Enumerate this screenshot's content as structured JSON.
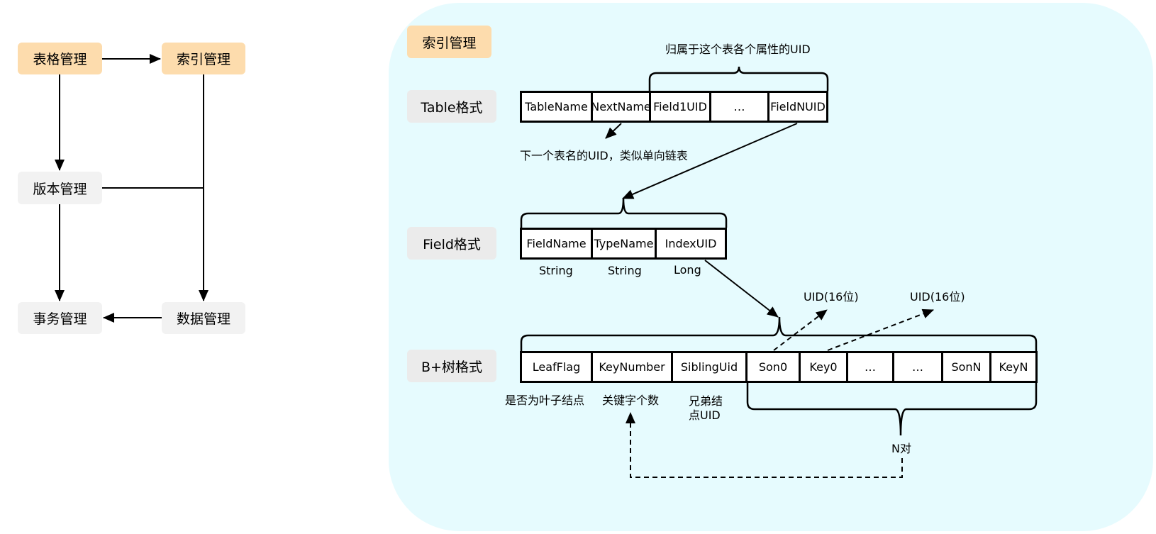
{
  "flow": {
    "table_mgmt": "表格管理",
    "index_mgmt": "索引管理",
    "version_mgmt": "版本管理",
    "transaction_mgmt": "事务管理",
    "data_mgmt": "数据管理"
  },
  "panel": {
    "title": "索引管理",
    "table_format": {
      "label": "Table格式",
      "cells": [
        "TableName",
        "NextName",
        "Field1UID",
        "…",
        "FieldNUID"
      ],
      "brace_note": "归属于这个表各个属性的UID",
      "next_note": "下一个表名的UID，类似单向链表"
    },
    "field_format": {
      "label": "Field格式",
      "cells": [
        "FieldName",
        "TypeName",
        "IndexUID"
      ],
      "types": [
        "String",
        "String",
        "Long"
      ]
    },
    "bplus_format": {
      "label": "B+树格式",
      "cells": [
        "LeafFlag",
        "KeyNumber",
        "SiblingUid",
        "Son0",
        "Key0",
        "…",
        "…",
        "SonN",
        "KeyN"
      ],
      "notes": {
        "leaf_flag": "是否为叶子结点",
        "key_number": "关键字个数",
        "sibling_line1": "兄弟结",
        "sibling_line2": "点UID",
        "pairs": "N对",
        "uid_son": "UID(16位)",
        "uid_key": "UID(16位)"
      }
    }
  },
  "colors": {
    "orange": "#fddcad",
    "gray": "#ebebeb",
    "panel": "#e6fbfe"
  }
}
